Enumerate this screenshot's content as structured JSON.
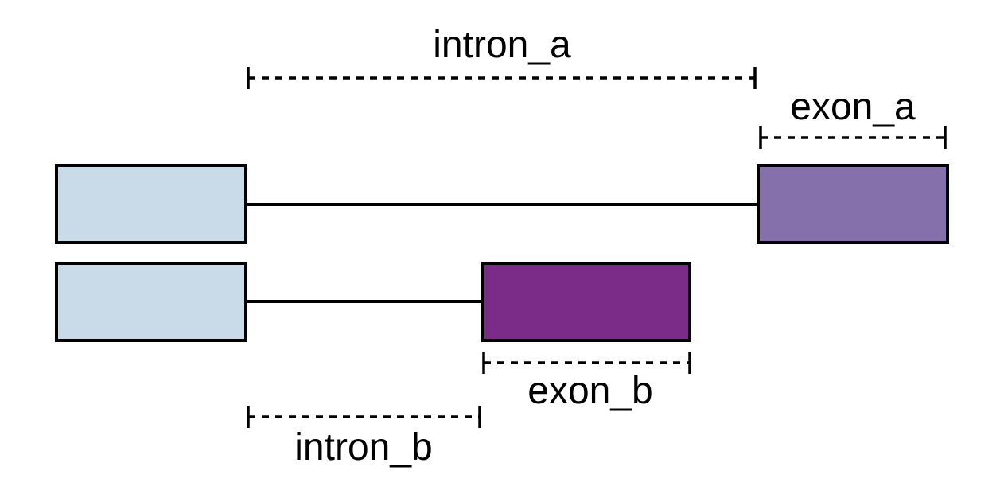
{
  "diagram": {
    "labels": {
      "intron_a": "intron_a",
      "exon_a": "exon_a",
      "exon_b": "exon_b",
      "intron_b": "intron_b"
    },
    "colors": {
      "constitutive_exon": "#c9dae9",
      "exon_a": "#8570ab",
      "exon_b": "#7b2c88",
      "outline": "#000000"
    }
  }
}
